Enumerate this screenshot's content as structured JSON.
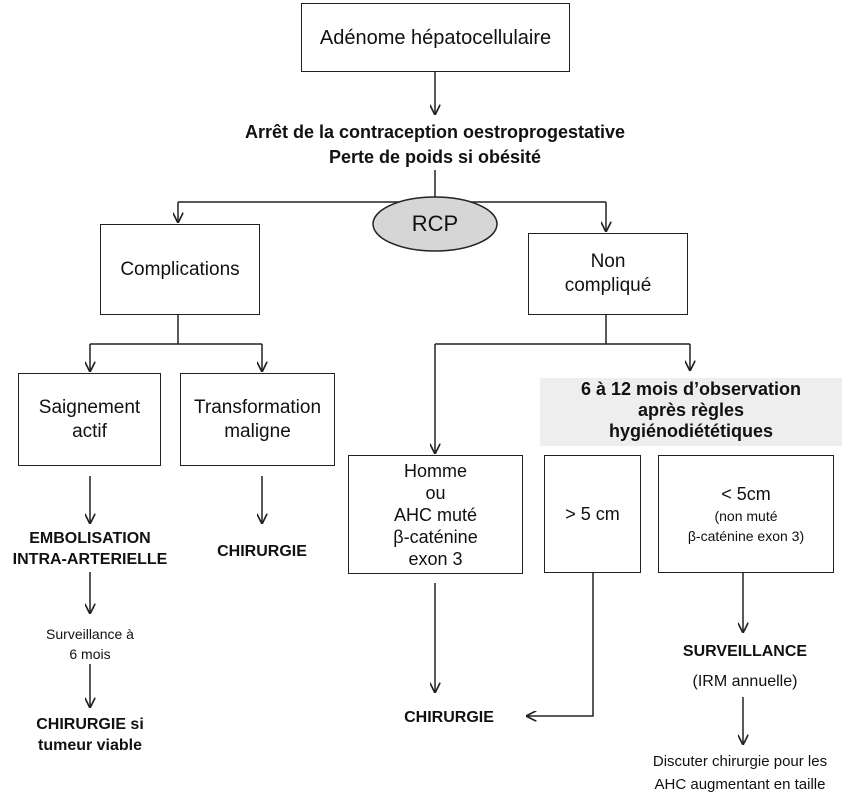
{
  "root": "Adénome hépatocellulaire",
  "first_step": {
    "line1": "Arrêt de la contraception oestroprogestative",
    "line2": "Perte de poids si obésité"
  },
  "rcp": "RCP",
  "left": {
    "title": "Complications",
    "bleeding": {
      "line1": "Saignement",
      "line2": "actif"
    },
    "malignant": {
      "line1": "Transformation",
      "line2": "maligne"
    },
    "embolisation": {
      "line1": "EMBOLISATION",
      "line2": "INTRA-ARTERIELLE"
    },
    "followup": {
      "line1": "Surveillance à",
      "line2": "6 mois"
    },
    "surgery_if": {
      "line1": "CHIRURGIE si",
      "line2": "tumeur viable"
    },
    "surgery": "CHIRURGIE"
  },
  "right": {
    "title": {
      "line1": "Non",
      "line2": "compliqué"
    },
    "observation": {
      "line1": "6 à 12 mois d’observation",
      "line2": "après règles",
      "line3": "hygiénodiététiques"
    },
    "man": {
      "line1": "Homme",
      "line2": "ou",
      "line3": "AHC muté",
      "line4": "β-caténine",
      "line5": "exon 3"
    },
    "large": "> 5 cm",
    "small": {
      "line1": "< 5cm",
      "line2": "(non muté",
      "line3": "β-caténine exon 3)"
    },
    "surgery": "CHIRURGIE",
    "monitoring": "SURVEILLANCE",
    "mri": "(IRM annuelle)",
    "discuss": {
      "line1": "Discuter chirurgie pour les",
      "line2": "AHC augmentant en taille"
    }
  }
}
